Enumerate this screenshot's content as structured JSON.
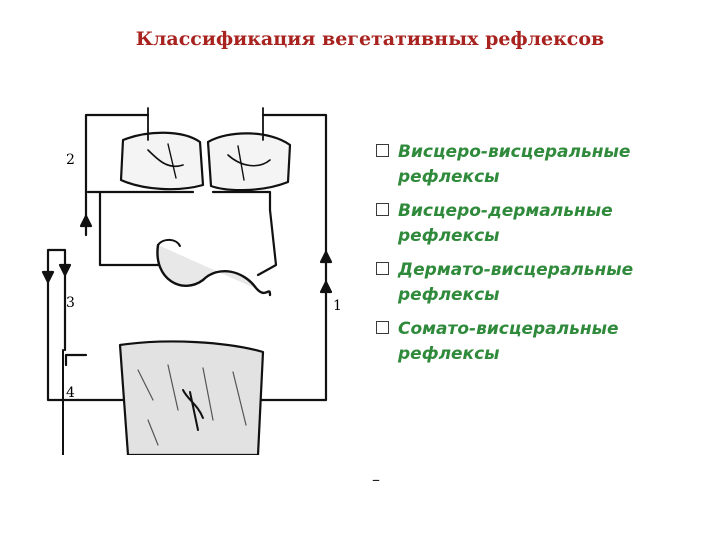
{
  "title": "Классификация вегетативных рефлексов",
  "figure": {
    "labels": [
      "2",
      "3",
      "4",
      "1"
    ]
  },
  "list": {
    "items": [
      "Висцеро-висцеральные рефлексы",
      "Висцеро-дермальные рефлексы",
      "Дермато-висцеральные рефлексы",
      "Сомато-висцеральные рефлексы"
    ]
  },
  "footer_mark": "–"
}
